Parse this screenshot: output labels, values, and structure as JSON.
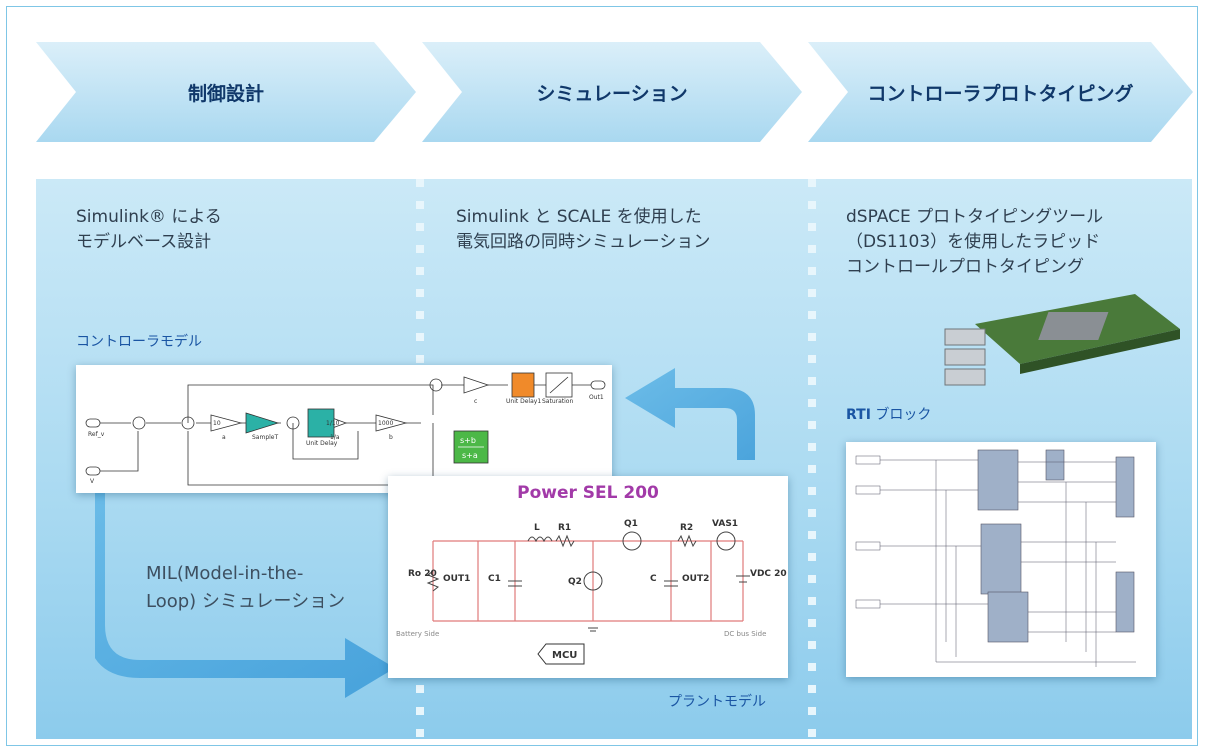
{
  "stages": [
    {
      "label": "制御設計"
    },
    {
      "label": "シミュレーション"
    },
    {
      "label": "コントローラプロトタイピング"
    }
  ],
  "columns": {
    "design": {
      "title_line1": "Simulink® による",
      "title_line2": "モデルベース設計"
    },
    "simulation": {
      "title_line1": "Simulink と SCALE を使用した",
      "title_line2": "電気回路の同時シミュレーション"
    },
    "prototyping": {
      "title_line1": "dSPACE プロトタイピングツール",
      "title_line2": "（DS1103）を使用したラピッド",
      "title_line3": "コントロールプロトタイピング"
    }
  },
  "labels": {
    "controller_model": "コントローラモデル",
    "plant_model": "プラントモデル",
    "rti_block_bold": "RTI",
    "rti_block_rest": " ブロック",
    "mil_line1": "MIL(Model-in-the-",
    "mil_line2": "Loop) シミュレーション"
  },
  "controller_diagram": {
    "inport1": "Ref_v",
    "inport2": "V",
    "gain_a": "10",
    "gain_a_label": "a",
    "sample_label": "SampleT",
    "unit_delay": "Unit Delay",
    "gain_rs": "1/10",
    "gain_rs_label": "1/a",
    "gain_b": "1000",
    "gain_b_label": "b",
    "gain_c_label": "c",
    "unit_delay2": "Unit Delay1",
    "saturation": "Saturation",
    "outport": "Out1",
    "tf_num": "s+b",
    "tf_den": "s+a"
  },
  "plant_diagram": {
    "title": "Power SEL 200",
    "parts": [
      "L",
      "R1",
      "Q1",
      "R2",
      "VAS1",
      "Ro\n20",
      "OUT1",
      "C1",
      "Q2",
      "C",
      "OUT2",
      "VDC\n20"
    ],
    "battery_side": "Battery Side",
    "dc_bus_side": "DC bus Side",
    "mcu": "MCU"
  },
  "colors": {
    "title_purple": "#a23aa8",
    "stage_text": "#10386a",
    "accent_blue": "#1a55a3",
    "orange": "#f08a2a",
    "teal": "#2bb1a6",
    "green": "#4cb847"
  }
}
